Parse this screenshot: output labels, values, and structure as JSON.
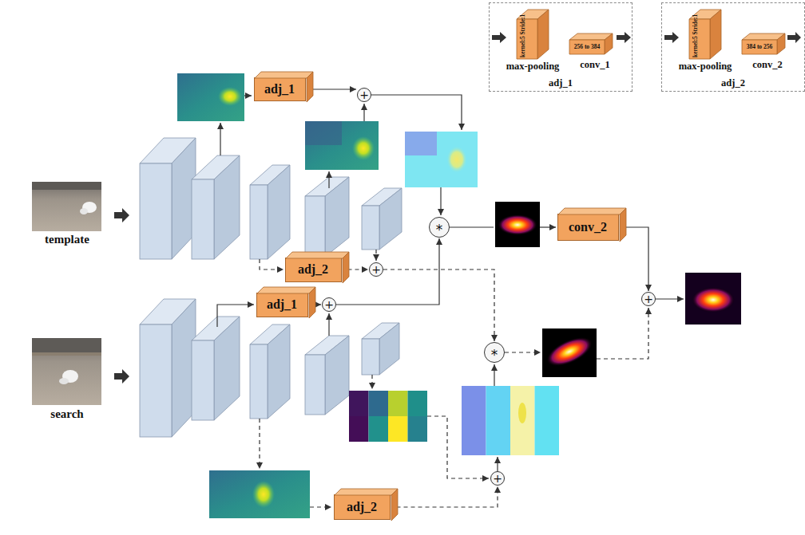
{
  "diagram": {
    "nodes": [
      {
        "text": [
          "adj_1"
        ]
      },
      {
        "text": [
          "kernel:5 Stride:1",
          "max-pooling"
        ],
        "in": 0
      },
      {
        "text": [
          "256 to 384",
          "conv_1"
        ],
        "in": 0
      },
      {
        "text": [
          "adj_2"
        ]
      },
      {
        "text": [
          "kernel:5 Stride:1",
          "max-pooling"
        ],
        "in": 3
      },
      {
        "text": [
          "384 to 256",
          "conv_2"
        ],
        "in": 3
      },
      {
        "text": [
          "adj_1"
        ]
      },
      {
        "text": [
          "+"
        ]
      },
      {
        "text": [
          "*"
        ]
      },
      {
        "text": [
          "conv_2"
        ]
      },
      {
        "text": [
          "adj_2"
        ]
      },
      {
        "text": [
          "+"
        ]
      },
      {
        "text": [
          "adj_1"
        ]
      },
      {
        "text": [
          "+"
        ]
      },
      {
        "text": [
          "+"
        ]
      },
      {
        "text": [
          "*"
        ]
      },
      {
        "text": [
          "+"
        ]
      },
      {
        "text": [
          "adj_2"
        ]
      }
    ],
    "edges": [
      {
        "from": 6,
        "to": 7,
        "arrow": "to"
      },
      {
        "from": 10,
        "to": 11,
        "arrow": "to"
      },
      {
        "from": 12,
        "to": 13,
        "arrow": "to"
      },
      {
        "from": 13,
        "to": 8,
        "arrow": "to"
      },
      {
        "from": 9,
        "to": 14,
        "arrow": "to"
      },
      {
        "from": 11,
        "to": 15,
        "arrow": "to"
      },
      {
        "from": 17,
        "to": 16,
        "arrow": "to"
      }
    ],
    "labels": [
      "template",
      "search"
    ]
  }
}
